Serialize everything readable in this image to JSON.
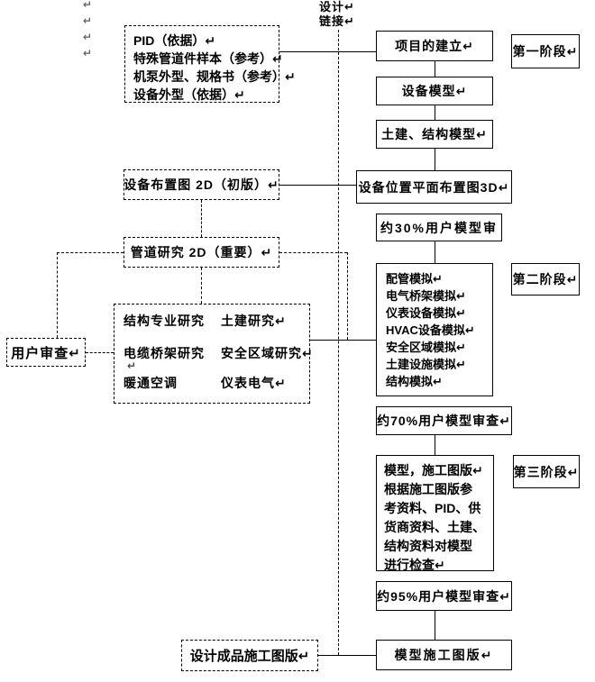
{
  "header": {
    "margin_marks": [
      "↵",
      "↵",
      "↵",
      "↵"
    ],
    "design_link": "设计↵\n链接↵"
  },
  "left_column": {
    "inputs_box": {
      "lines": [
        "PID（依据）↵",
        "特殊管道件样本（参考）↵",
        "机泵外型、规格书（参考）↵",
        "设备外型（依据）↵"
      ]
    },
    "equip_layout_2d": "设备布置图 2D（初版）↵",
    "piping_study_2d": "管道研究 2D（重要）↵",
    "user_review": "用户审查↵",
    "studies_box": {
      "rows": [
        {
          "col1": "结构专业研究",
          "col2": "土建研究↵"
        },
        {
          "col1": "电缆桥架研究",
          "col2": "安全区域研究↵"
        },
        {
          "col1": "暖通空调",
          "col2": "仪表电气↵"
        }
      ],
      "lone_mark": "↵"
    },
    "design_product": "设计成品施工图版↵"
  },
  "main_flow": {
    "project_setup": "项目的建立↵",
    "equip_model": "设备模型↵",
    "civil_struct_model": "土建、结构模型↵",
    "equip_position_3d": "设备位置平面布置图3D↵",
    "review_30": "约30%用户模型审",
    "simulation_box": {
      "lines": [
        "配管模拟↵",
        "电气桥架模拟↵",
        "仪表设备模拟↵",
        "HVAC设备模拟↵",
        "安全区域模拟↵",
        "土建设施模拟↵",
        "结构模拟↵"
      ]
    },
    "review_70": "约70%用户模型审查↵",
    "check_box": {
      "lines": [
        "模型，施工图版↵",
        "根据施工图版参",
        "考资料、PID、供",
        "货商资料、土建、",
        "结构资料对模型",
        "进行检查↵"
      ]
    },
    "review_95": "约95%用户模型审查↵",
    "model_construction": "模型施工图版↵"
  },
  "stages": {
    "stage1": "第一阶段↵",
    "stage2": "第二阶段↵",
    "stage3": "第三阶段↵"
  },
  "colors": {
    "line": "#000000",
    "text": "#000000",
    "background": "#ffffff"
  }
}
